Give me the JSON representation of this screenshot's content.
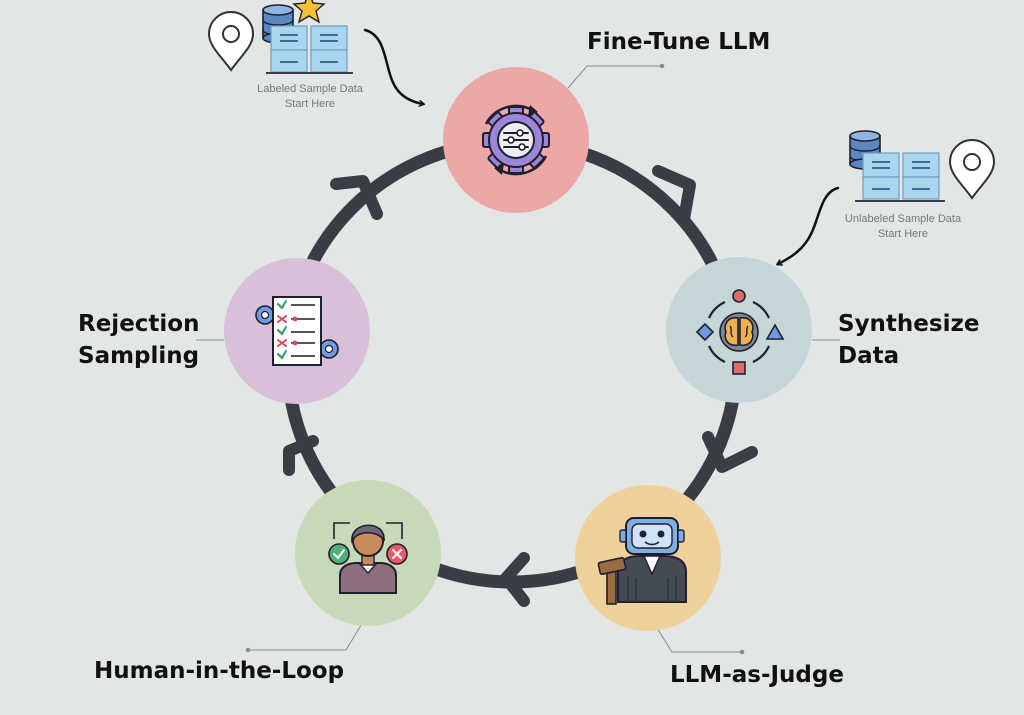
{
  "stages": {
    "fine_tune": "Fine-Tune LLM",
    "synthesize_line1": "Synthesize",
    "synthesize_line2": "Data",
    "judge": "LLM-as-Judge",
    "human": "Human-in-the-Loop",
    "rejection_line1": "Rejection",
    "rejection_line2": "Sampling"
  },
  "notes": {
    "labeled_line1": "Labeled Sample Data",
    "labeled_line2": "Start Here",
    "unlabeled_line1": "Unlabeled Sample Data",
    "unlabeled_line2": "Start Here"
  },
  "colors": {
    "background": "#e2e6e5",
    "ring": "#3a3d46",
    "fine_tune": "#eba8a6",
    "synthesize": "#c4d6d8",
    "judge": "#eed19b",
    "human": "#c6d9b8",
    "rejection": "#d8c0d9",
    "database": "#5b87c3",
    "doc": "#a9d6ef"
  },
  "icons": {
    "fine_tune": "gear-sliders-icon",
    "synthesize": "brain-shapes-icon",
    "judge": "robot-judge-icon",
    "human": "human-reviewer-icon",
    "rejection": "checklist-gears-icon",
    "start_marker": "location-pin-icon",
    "data_source": "database-icon"
  }
}
